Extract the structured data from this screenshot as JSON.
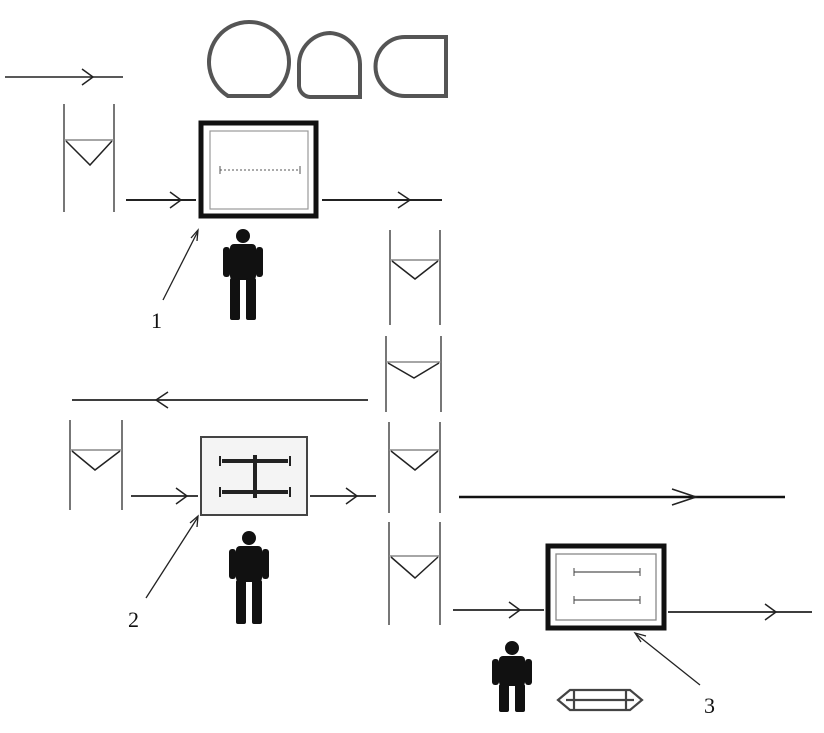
{
  "labels": {
    "station1": "1",
    "station2": "2",
    "station3": "3"
  },
  "colors": {
    "ink": "#111111",
    "gray": "#777777",
    "shape_outline": "#555555"
  }
}
